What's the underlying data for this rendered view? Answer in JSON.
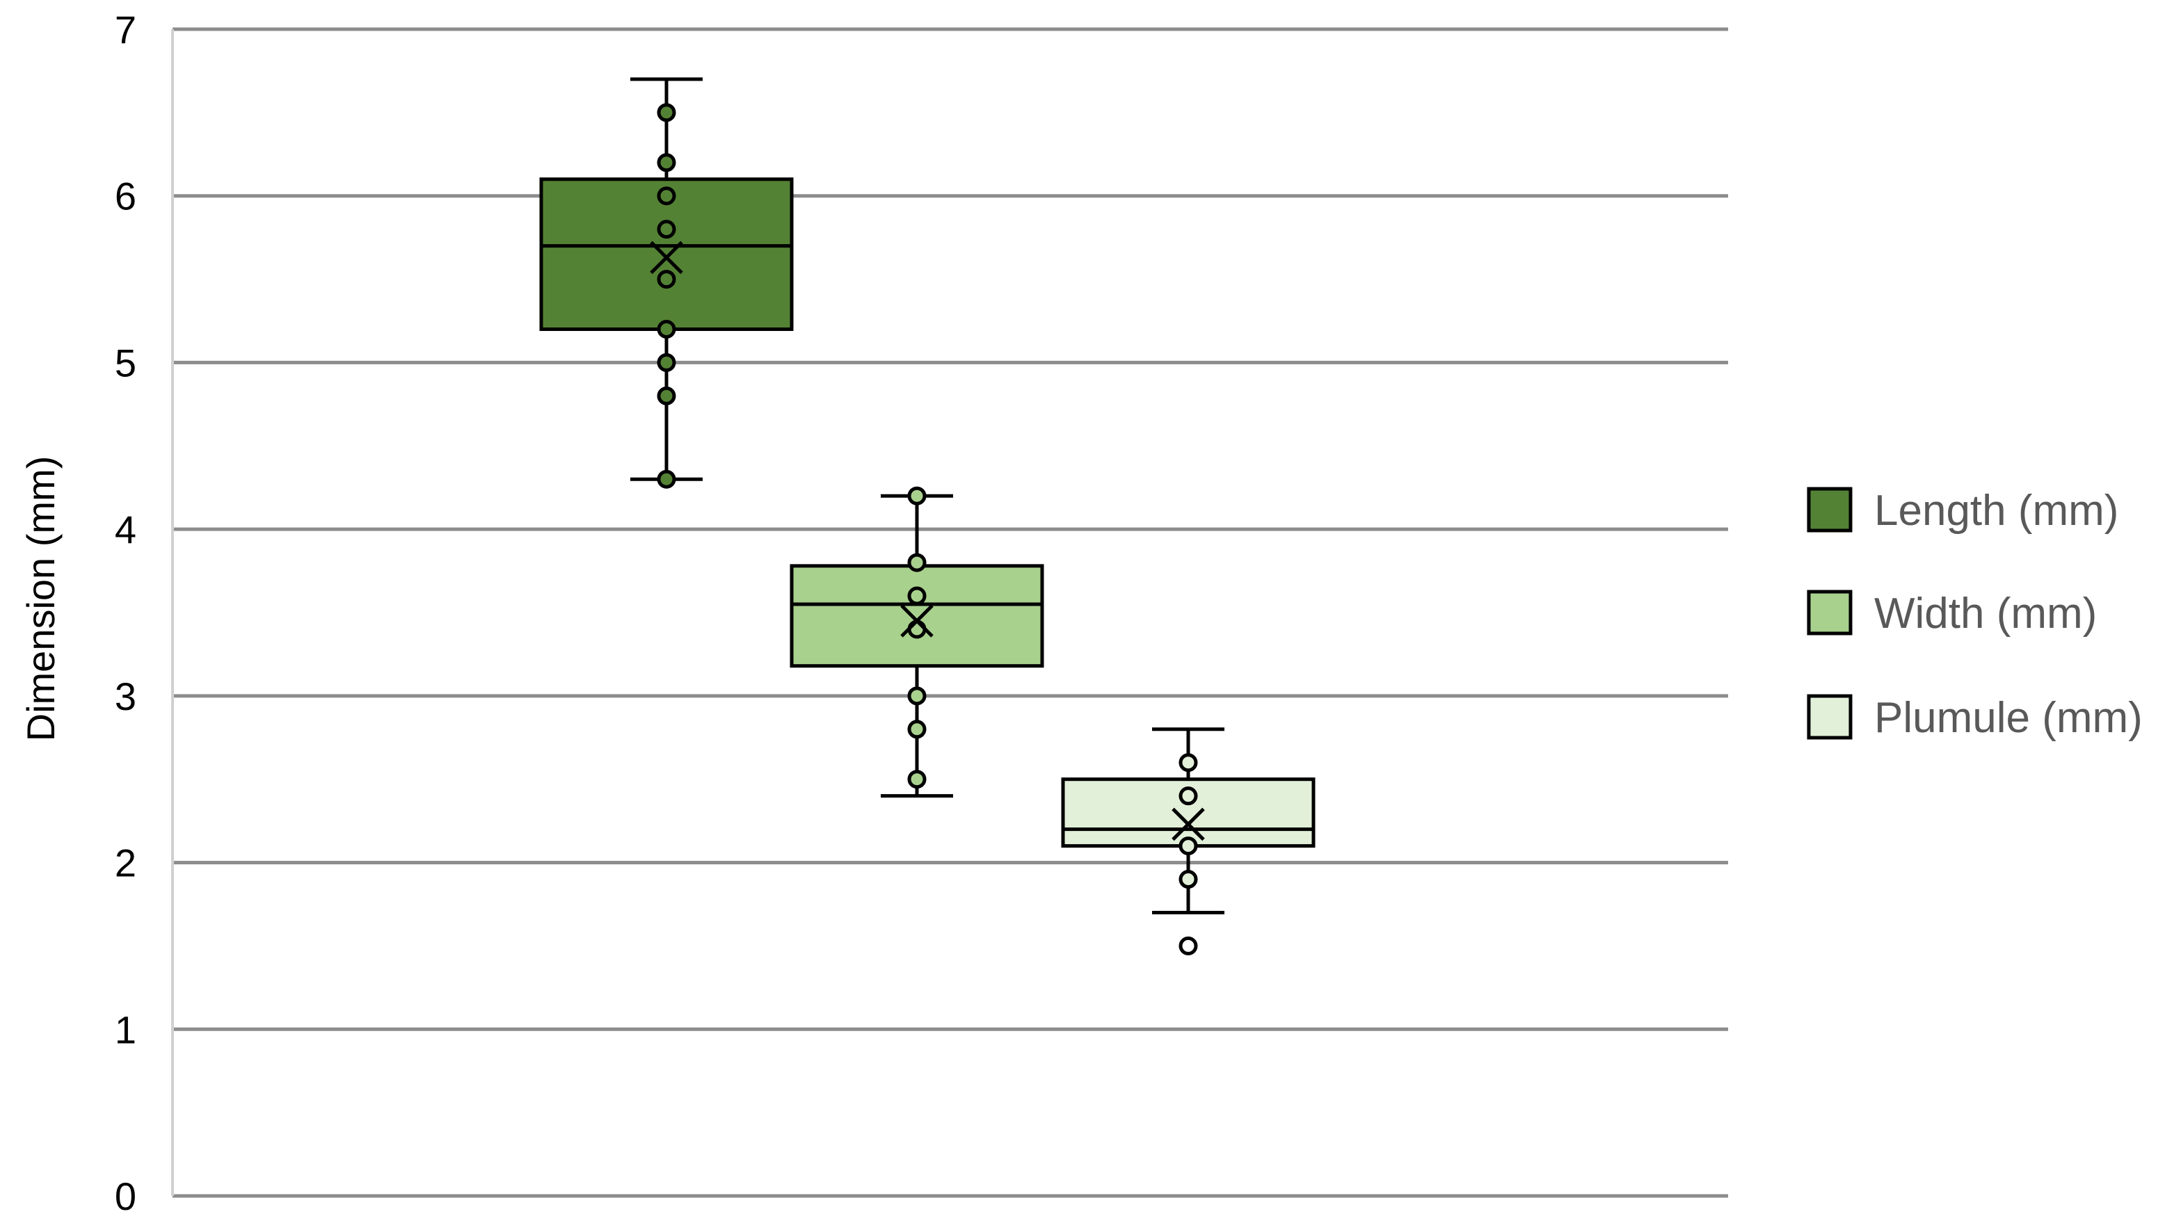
{
  "chart_data": {
    "type": "box",
    "title": "",
    "xlabel": "",
    "ylabel": "Dimension (mm)",
    "ylim": [
      0,
      7
    ],
    "yticks": [
      "0",
      "1",
      "2",
      "3",
      "4",
      "5",
      "6",
      "7"
    ],
    "grid": true,
    "legend_position": "right",
    "series": [
      {
        "name": "Length (mm)",
        "color": "#548235",
        "min": 4.3,
        "q1": 5.2,
        "median": 5.7,
        "q3": 6.1,
        "max": 6.7,
        "mean": 5.63,
        "points": [
          6.5,
          6.2,
          6.0,
          5.8,
          5.5,
          5.2,
          5.0,
          4.8,
          4.3
        ],
        "outliers": []
      },
      {
        "name": "Width (mm)",
        "color": "#A9D18E",
        "min": 2.4,
        "q1": 3.18,
        "median": 3.55,
        "q3": 3.78,
        "max": 4.2,
        "mean": 3.45,
        "points": [
          4.2,
          3.8,
          3.6,
          3.4,
          3.0,
          2.8,
          2.5
        ],
        "outliers": []
      },
      {
        "name": "Plumule (mm)",
        "color": "#E2F0D9",
        "min": 1.7,
        "q1": 2.1,
        "median": 2.2,
        "q3": 2.5,
        "max": 2.8,
        "mean": 2.23,
        "points": [
          2.6,
          2.4,
          2.1,
          1.9
        ],
        "outliers": [
          1.5
        ]
      }
    ]
  }
}
